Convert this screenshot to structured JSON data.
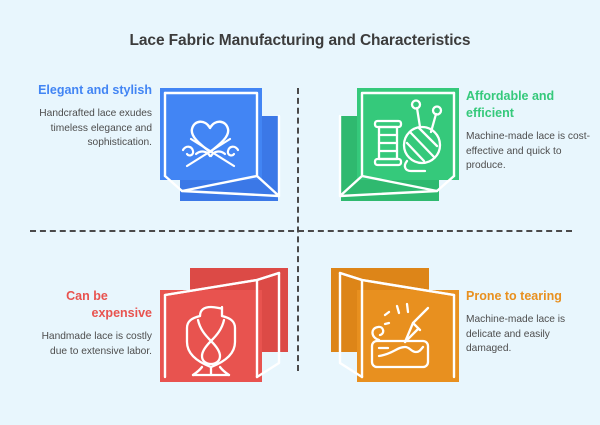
{
  "page": {
    "background_color": "#e8f6fd",
    "title": "Lace Fabric Manufacturing and Characteristics"
  },
  "colors": {
    "blue": "#4285f4",
    "blue_dark": "#3b78e7",
    "green": "#35c97b",
    "green_dark": "#2fb96f",
    "red": "#e8534f",
    "red_dark": "#dc4a46",
    "orange": "#e8901f",
    "orange_dark": "#dd8518",
    "title_text": "#3c3c3c",
    "body_text": "#4d4d4d",
    "divider": "#4a4a4a",
    "line_art": "#ffffff"
  },
  "quadrants": [
    {
      "id": "elegant",
      "position": "top-left",
      "heading": "Elegant and stylish",
      "body": "Handcrafted lace exudes timeless elegance and sophistication.",
      "heading_color": "#4285f4",
      "accent_color": "#4285f4",
      "icon": "heart-and-crossed-knitting-needles-icon"
    },
    {
      "id": "affordable",
      "position": "top-right",
      "heading": "Affordable and efficient",
      "body": "Machine-made lace is cost-effective and quick to produce.",
      "heading_color": "#35c97b",
      "accent_color": "#35c97b",
      "icon": "thread-spool-and-yarn-ball-icon"
    },
    {
      "id": "expensive",
      "position": "bottom-left",
      "heading": "Can be expensive",
      "heading_line1": "Can be",
      "heading_line2": "expensive",
      "body": "Handmade lace is costly due to extensive labor.",
      "heading_color": "#e8534f",
      "accent_color": "#e8534f",
      "icon": "necklace-dress-form-icon"
    },
    {
      "id": "tearing",
      "position": "bottom-right",
      "heading": "Prone to tearing",
      "body": "Machine-made lace is delicate and easily damaged.",
      "heading_color": "#e8901f",
      "accent_color": "#e8901f",
      "icon": "needle-stitching-torn-fabric-icon"
    }
  ]
}
